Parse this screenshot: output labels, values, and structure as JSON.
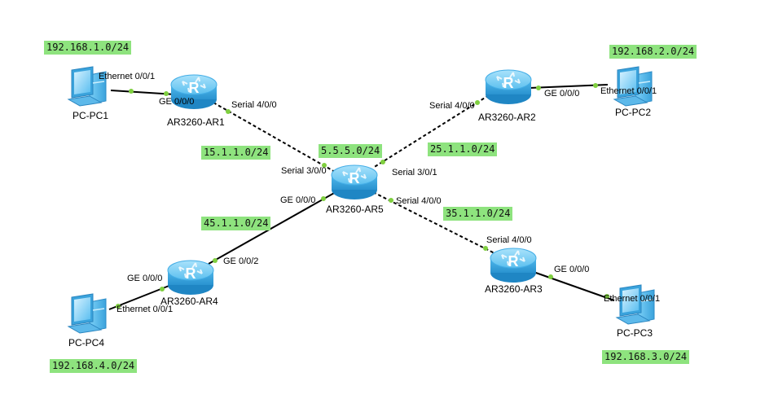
{
  "colors": {
    "network_label_bg": "#8ee37e",
    "link_line": "#000000",
    "port_dot": "#7fcf3f",
    "router_body": "#3aa7e0"
  },
  "devices": {
    "ar1": "AR3260-AR1",
    "ar2": "AR3260-AR2",
    "ar3": "AR3260-AR3",
    "ar4": "AR3260-AR4",
    "ar5": "AR3260-AR5",
    "pc1": "PC-PC1",
    "pc2": "PC-PC2",
    "pc3": "PC-PC3",
    "pc4": "PC-PC4"
  },
  "router_icon_letter": "R",
  "networks": {
    "pc1_lan": "192.168.1.0/24",
    "pc2_lan": "192.168.2.0/24",
    "pc3_lan": "192.168.3.0/24",
    "pc4_lan": "192.168.4.0/24",
    "ar1_ar5": "15.1.1.0/24",
    "ar5_loopback": "5.5.5.0/24",
    "ar2_ar5": "25.1.1.0/24",
    "ar3_ar5": "35.1.1.0/24",
    "ar4_ar5": "45.1.1.0/24"
  },
  "ports": {
    "pc1_eth": "Ethernet 0/0/1",
    "ar1_ge": "GE 0/0/0",
    "ar1_serial": "Serial 4/0/0",
    "ar5_s30": "Serial 3/0/0",
    "ar2_serial": "Serial 4/0/0",
    "ar2_ge": "GE 0/0/0",
    "pc2_eth": "Ethernet 0/0/1",
    "ar5_s301": "Serial 3/0/1",
    "ar5_s40": "Serial 4/0/0",
    "ar5_ge": "GE 0/0/0",
    "ar3_serial": "Serial 4/0/0",
    "ar3_ge": "GE 0/0/0",
    "pc3_eth": "Ethernet 0/0/1",
    "ar4_ge00": "GE 0/0/0",
    "ar4_ge02": "GE 0/0/2",
    "pc4_eth": "Ethernet 0/0/1"
  }
}
